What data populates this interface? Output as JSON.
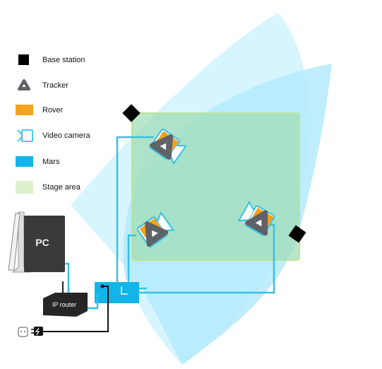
{
  "legend": {
    "items": [
      {
        "key": "base_station",
        "label": "Base station",
        "icon": "black-diamond-square",
        "color": "#000000"
      },
      {
        "key": "tracker",
        "label": "Tracker",
        "icon": "rounded-triangle",
        "color": "#5f6368"
      },
      {
        "key": "rover",
        "label": "Rover",
        "icon": "orange-rectangle",
        "color": "#f5a21d"
      },
      {
        "key": "video_camera",
        "label": "Video camera",
        "icon": "camera-outline",
        "color": "#12b5e8"
      },
      {
        "key": "mars",
        "label": "Mars",
        "icon": "cyan-rectangle",
        "color": "#12b5e8"
      },
      {
        "key": "stage_area",
        "label": "Stage area",
        "icon": "light-green-rectangle",
        "color": "#dff0cd"
      }
    ]
  },
  "devices": {
    "pc_label": "PC",
    "router_label": "IP router"
  },
  "colors": {
    "coverage": "#bfefff",
    "stage": "#a8e3bd",
    "cable": "#39c0e2",
    "mars": "#12b5e8"
  }
}
